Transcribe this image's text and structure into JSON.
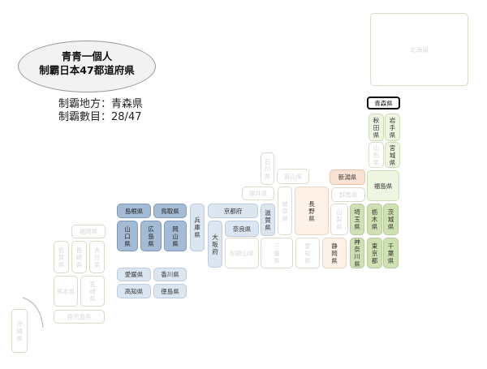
{
  "title": {
    "line1": "青青一個人",
    "line2": "制霸日本47都道府県"
  },
  "stats": {
    "region_label": "制霸地方：",
    "region_value": "青森県",
    "count_label": "制霸數目：",
    "count_value": "28/47"
  },
  "colors": {
    "green": "#cfe1b3",
    "light_green": "#eef5e1",
    "orange": "#fbe3d3",
    "light_orange": "#fdf1e8",
    "blue": "#a4bbd6",
    "light_blue": "#dce6f1",
    "current_border": "#111111"
  },
  "prefectures": {
    "hokkaido": "北海道",
    "aomori": "青森県",
    "akita": "秋田県",
    "iwate": "岩手県",
    "yamagata": "山形県",
    "miyagi": "宮城県",
    "fukushima": "福島県",
    "niigata": "新潟県",
    "ishikawa": "石川県",
    "toyama": "富山県",
    "fukui": "福井県",
    "gunma": "群馬県",
    "nagano": "長野県",
    "gifu": "岐阜県",
    "shiga": "滋賀県",
    "kyoto": "京都府",
    "hyogo": "兵庫県",
    "osaka": "大阪府",
    "nara": "奈良県",
    "wakayama": "和歌山県",
    "mie": "三重県",
    "aichi": "愛知県",
    "shizuoka": "静岡県",
    "yamanashi": "山梨県",
    "tochigi": "栃木県",
    "ibaraki": "茨城県",
    "saitama": "埼玉県",
    "tokyo": "東京都",
    "kanagawa": "神奈川県",
    "chiba": "千葉県",
    "shimane": "島根県",
    "tottori": "鳥取県",
    "yamaguchi": "山口県",
    "hiroshima": "広島県",
    "okayama": "岡山県",
    "ehime": "愛媛県",
    "kagawa": "香川県",
    "kochi": "高知県",
    "tokushima": "徳島県",
    "fukuoka": "福岡県",
    "saga": "佐賀県",
    "nagasaki": "長崎県",
    "oita": "大分県",
    "kumamoto": "熊本県",
    "miyazaki": "宮崎県",
    "kagoshima": "鹿児島県",
    "okinawa": "沖縄県"
  },
  "status": {
    "visited": [
      "aomori",
      "akita",
      "iwate",
      "miyagi",
      "fukushima",
      "niigata",
      "nagano",
      "shizuoka",
      "tochigi",
      "ibaraki",
      "saitama",
      "tokyo",
      "kanagawa",
      "chiba",
      "shimane",
      "tottori",
      "yamaguchi",
      "hiroshima",
      "okayama",
      "ehime",
      "kagawa",
      "kochi",
      "tokushima",
      "kyoto",
      "hyogo",
      "osaka",
      "nara",
      "shiga"
    ],
    "current": "aomori"
  }
}
